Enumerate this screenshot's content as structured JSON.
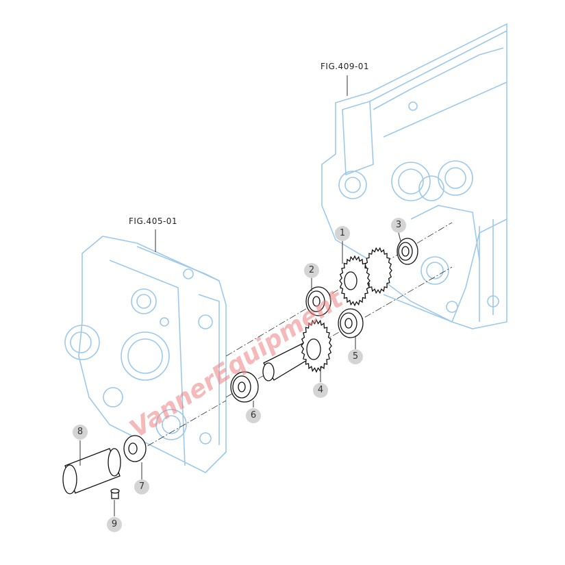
{
  "figure_refs": [
    {
      "label": "FIG.409-01"
    },
    {
      "label": "FIG.405-01"
    }
  ],
  "callouts": [
    "1",
    "2",
    "3",
    "4",
    "5",
    "6",
    "7",
    "8",
    "9"
  ],
  "watermark": "VannerEquipment",
  "colors": {
    "housing_line": "#9cc8ec",
    "part_line": "#111111",
    "callout_bg": "#d4d4d4",
    "watermark": "#f08080"
  }
}
